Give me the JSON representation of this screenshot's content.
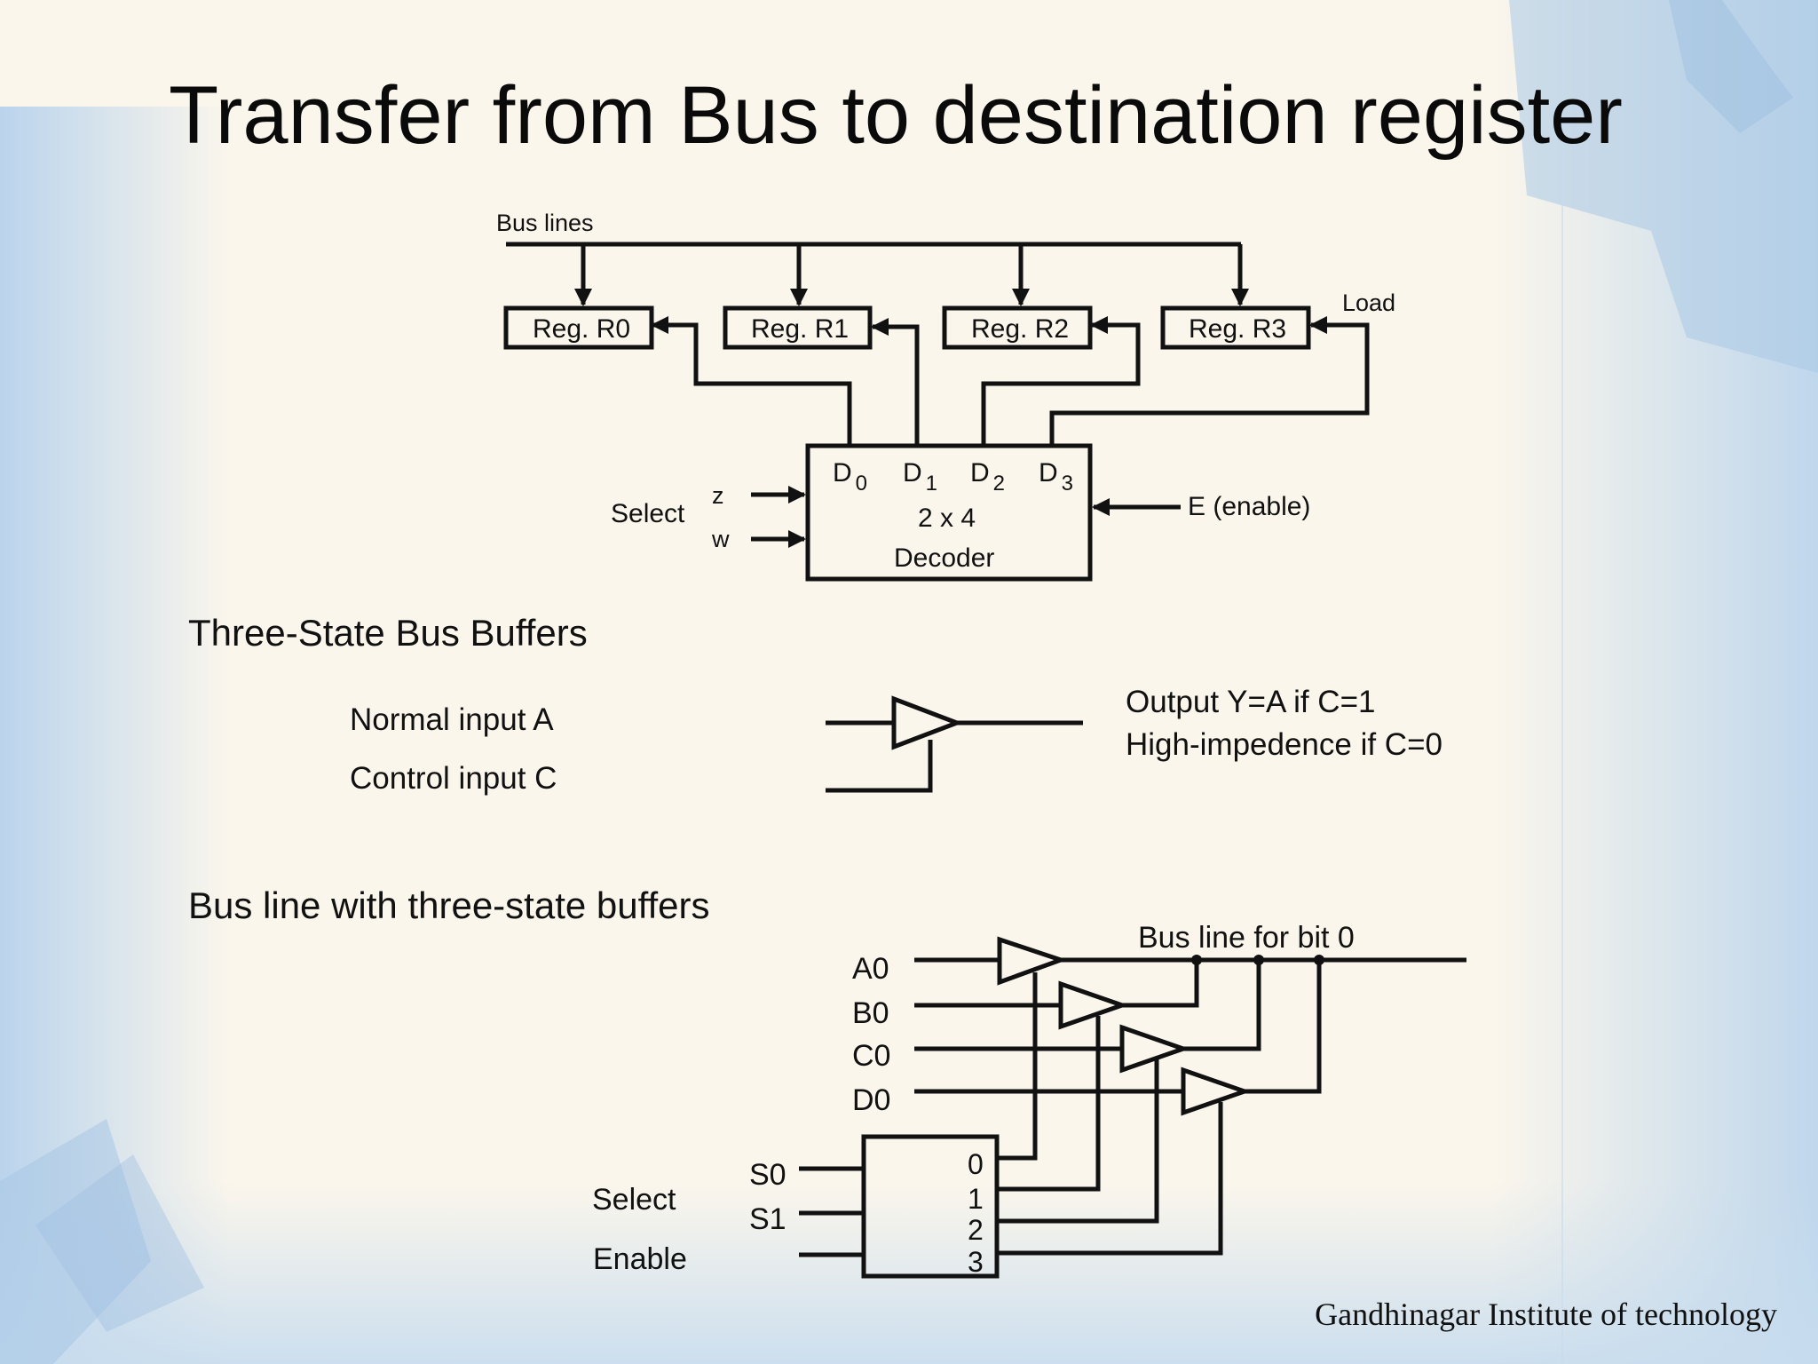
{
  "slide": {
    "title": "Transfer from Bus to destination register",
    "footer": "Gandhinagar Institute of technology"
  },
  "transfer_diagram": {
    "bus_lines_label": "Bus lines",
    "registers": [
      "Reg. R0",
      "Reg. R1",
      "Reg. R2",
      "Reg. R3"
    ],
    "load_label": "Load",
    "decoder": {
      "outputs": [
        {
          "letter": "D",
          "sub": "0"
        },
        {
          "letter": "D",
          "sub": "1"
        },
        {
          "letter": "D",
          "sub": "2"
        },
        {
          "letter": "D",
          "sub": "3"
        }
      ],
      "size_label": "2 x 4",
      "name_label": "Decoder"
    },
    "select_label": "Select",
    "select_inputs": [
      "z",
      "w"
    ],
    "enable_label": "E (enable)"
  },
  "three_state_section": {
    "heading": "Three-State Bus Buffers",
    "normal_input_label": "Normal input A",
    "control_input_label": "Control input C",
    "output_line1": "Output Y=A if C=1",
    "output_line2": "High-impedence if C=0"
  },
  "bus_line_section": {
    "heading": "Bus line with three-state buffers",
    "bus_label": "Bus line for bit 0",
    "inputs": [
      "A0",
      "B0",
      "C0",
      "D0"
    ],
    "select_label": "Select",
    "enable_label": "Enable",
    "select_inputs": [
      "S0",
      "S1"
    ],
    "decoder_outputs": [
      "0",
      "1",
      "2",
      "3"
    ]
  },
  "colors": {
    "background": "#fbf6ec",
    "watercolor_blue": "#c6dcef",
    "ink": "#111111"
  }
}
